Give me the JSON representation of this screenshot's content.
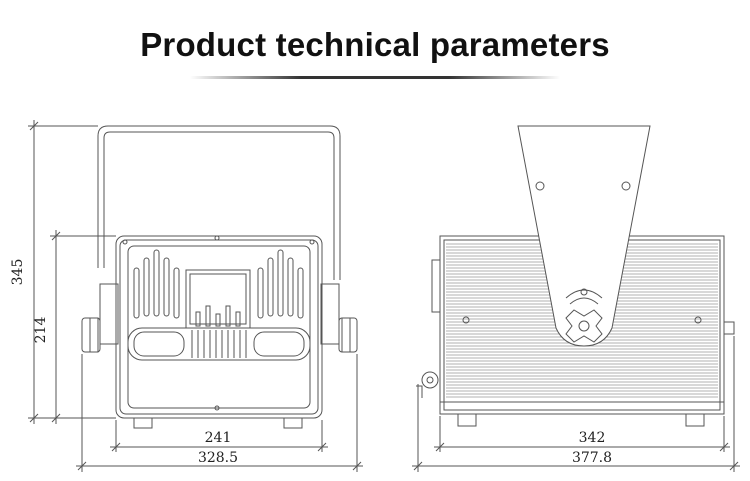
{
  "title": "Product technical parameters",
  "front_view": {
    "height_overall": "345",
    "height_body": "214",
    "width_body": "241",
    "width_overall": "328.5"
  },
  "side_view": {
    "width_body": "342",
    "width_overall": "377.8"
  }
}
